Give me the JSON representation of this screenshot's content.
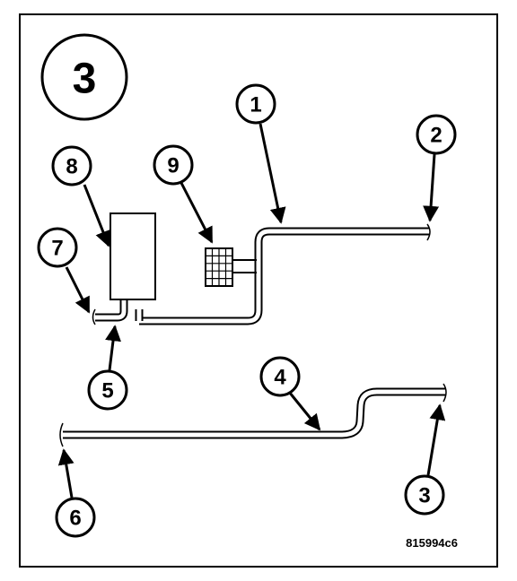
{
  "figure": {
    "view_label": "3",
    "code": "815994c6"
  },
  "callouts": [
    {
      "id": "1",
      "label": "1"
    },
    {
      "id": "2",
      "label": "2"
    },
    {
      "id": "3",
      "label": "3"
    },
    {
      "id": "4",
      "label": "4"
    },
    {
      "id": "5",
      "label": "5"
    },
    {
      "id": "6",
      "label": "6"
    },
    {
      "id": "7",
      "label": "7"
    },
    {
      "id": "8",
      "label": "8"
    },
    {
      "id": "9",
      "label": "9"
    }
  ],
  "colors": {
    "line": "#000000",
    "background": "#ffffff"
  }
}
